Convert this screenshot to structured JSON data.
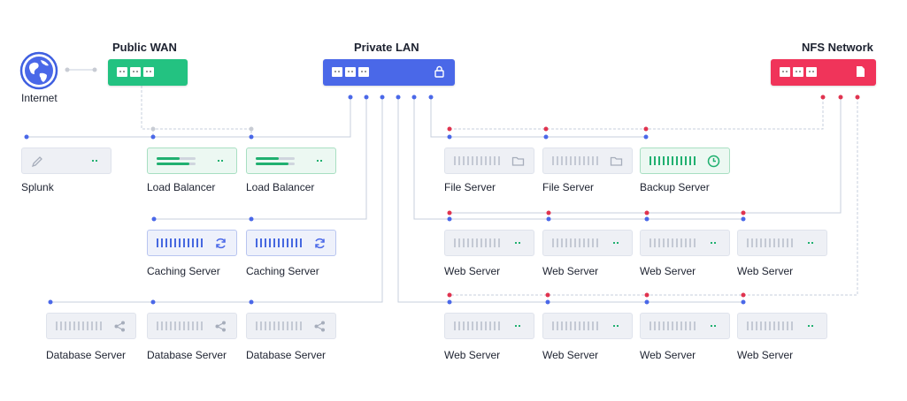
{
  "networks": {
    "public_wan": {
      "title": "Public WAN",
      "color": "#23c281"
    },
    "private_lan": {
      "title": "Private LAN",
      "color": "#4a68e8"
    },
    "nfs_network": {
      "title": "NFS Network",
      "color": "#f0345a"
    }
  },
  "internet": {
    "label": "Internet",
    "icon": "globe-icon"
  },
  "colors": {
    "wire": "#c7cfdc",
    "lan_dot": "#4a68e8",
    "nfs_dot": "#e0334f",
    "connector_dot": "#c8ccd4"
  },
  "nodes": {
    "splunk": "Splunk",
    "load_balancer_1": "Load Balancer",
    "load_balancer_2": "Load Balancer",
    "caching_server_1": "Caching Server",
    "caching_server_2": "Caching Server",
    "database_server_1": "Database Server",
    "database_server_2": "Database Server",
    "database_server_3": "Database Server",
    "file_server_1": "File Server",
    "file_server_2": "File Server",
    "backup_server": "Backup Server",
    "web_server_1": "Web Server",
    "web_server_2": "Web Server",
    "web_server_3": "Web Server",
    "web_server_4": "Web Server",
    "web_server_5": "Web Server",
    "web_server_6": "Web Server",
    "web_server_7": "Web Server",
    "web_server_8": "Web Server"
  }
}
